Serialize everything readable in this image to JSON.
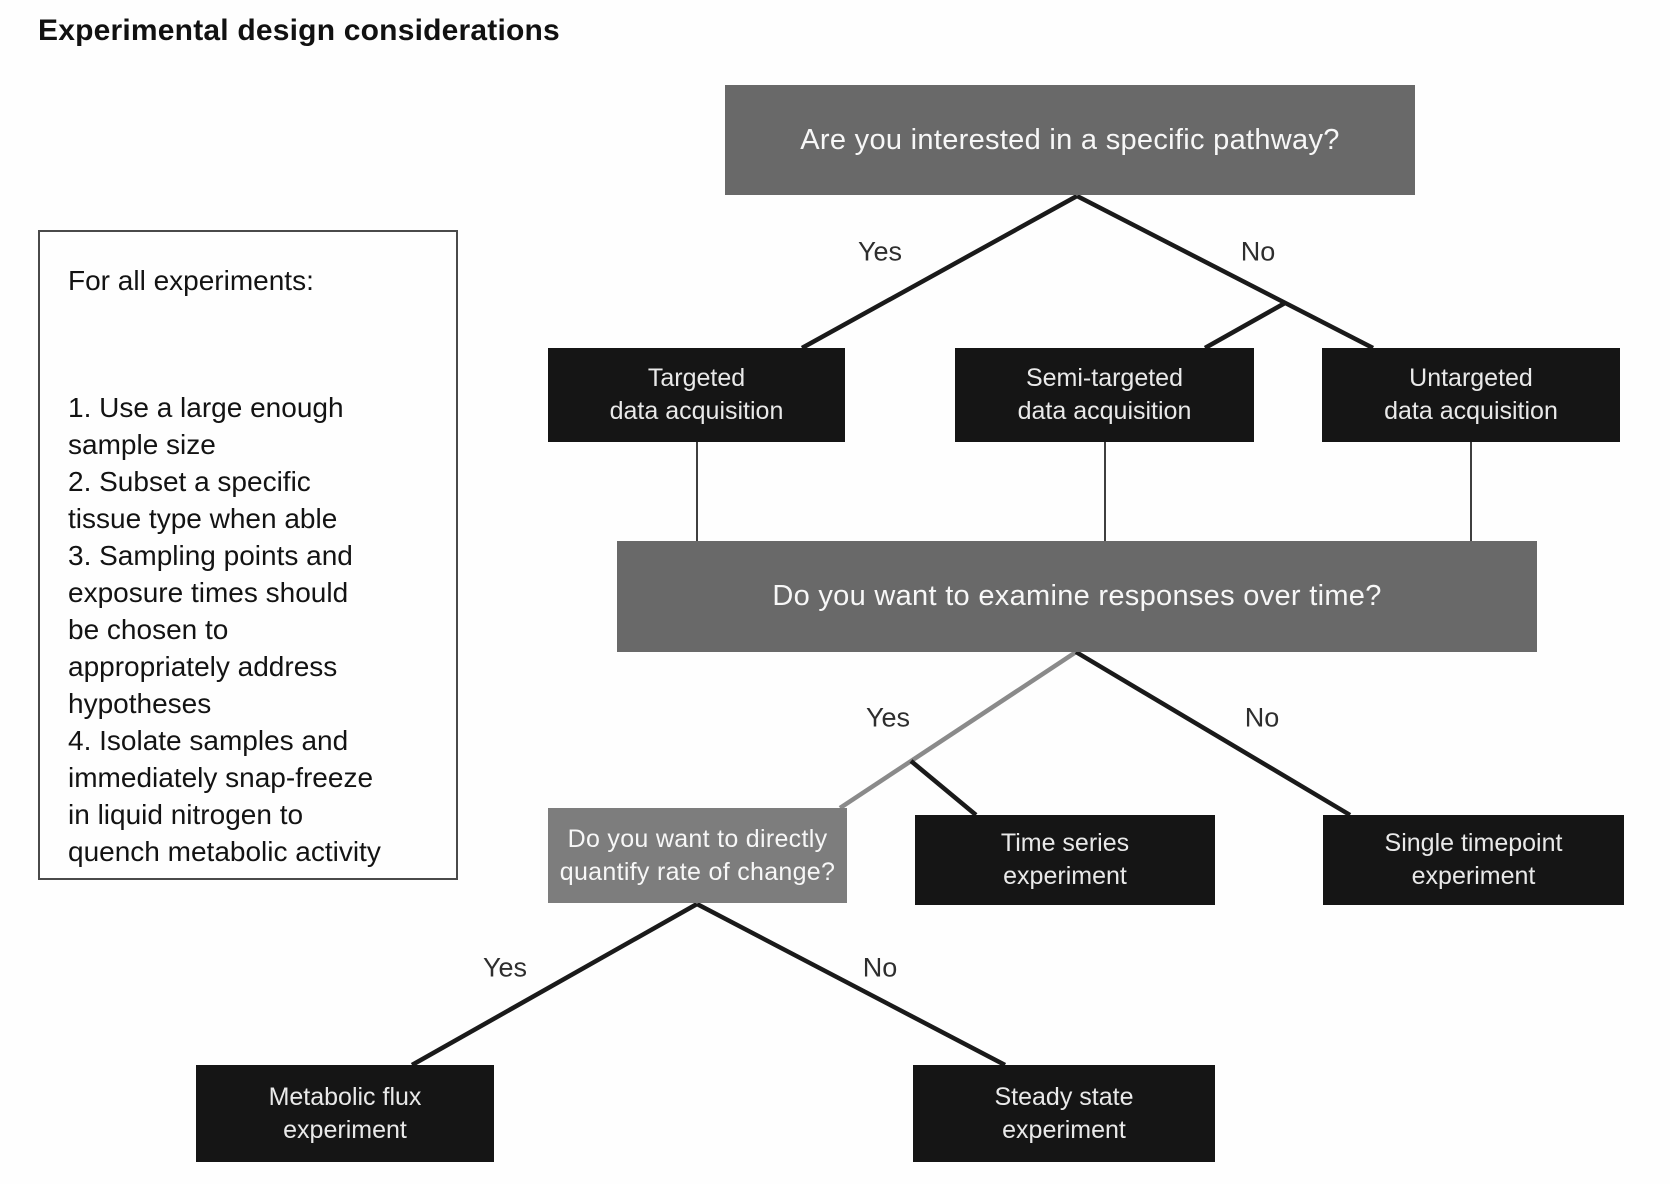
{
  "title": "Experimental design considerations",
  "note_box": {
    "heading": "For all experiments:",
    "items": [
      "1. Use a large enough\nsample size",
      "2. Subset a specific\ntissue type when able",
      "3. Sampling points and\nexposure times should\nbe chosen to\nappropriately address\nhypotheses",
      "4. Isolate samples and\nimmediately snap-freeze\nin liquid nitrogen to\nquench metabolic activity"
    ]
  },
  "flow": {
    "q1": "Are you interested in a specific pathway?",
    "q2": "Do you want to examine responses over time?",
    "q3": "Do you want to directly\nquantify rate of change?",
    "nodes": {
      "targeted": "Targeted\ndata acquisition",
      "semi_targeted": "Semi-targeted\ndata acquisition",
      "untargeted": "Untargeted\ndata acquisition",
      "time_series": "Time series\nexperiment",
      "single_timepoint": "Single timepoint\nexperiment",
      "metabolic_flux": "Metabolic flux\nexperiment",
      "steady_state": "Steady state\nexperiment"
    },
    "labels": {
      "yes": "Yes",
      "no": "No"
    }
  },
  "colors": {
    "question_gray": "#696969",
    "question_gray_light": "#7d7d7d",
    "node_black": "#151515",
    "edge_black": "#1a1a1a",
    "edge_gray": "#8a8a8a",
    "connector_gray": "#3f3f3f",
    "box_text": "#f2f2f2",
    "label_text": "#2e2e2e",
    "background": "#fefefe"
  }
}
